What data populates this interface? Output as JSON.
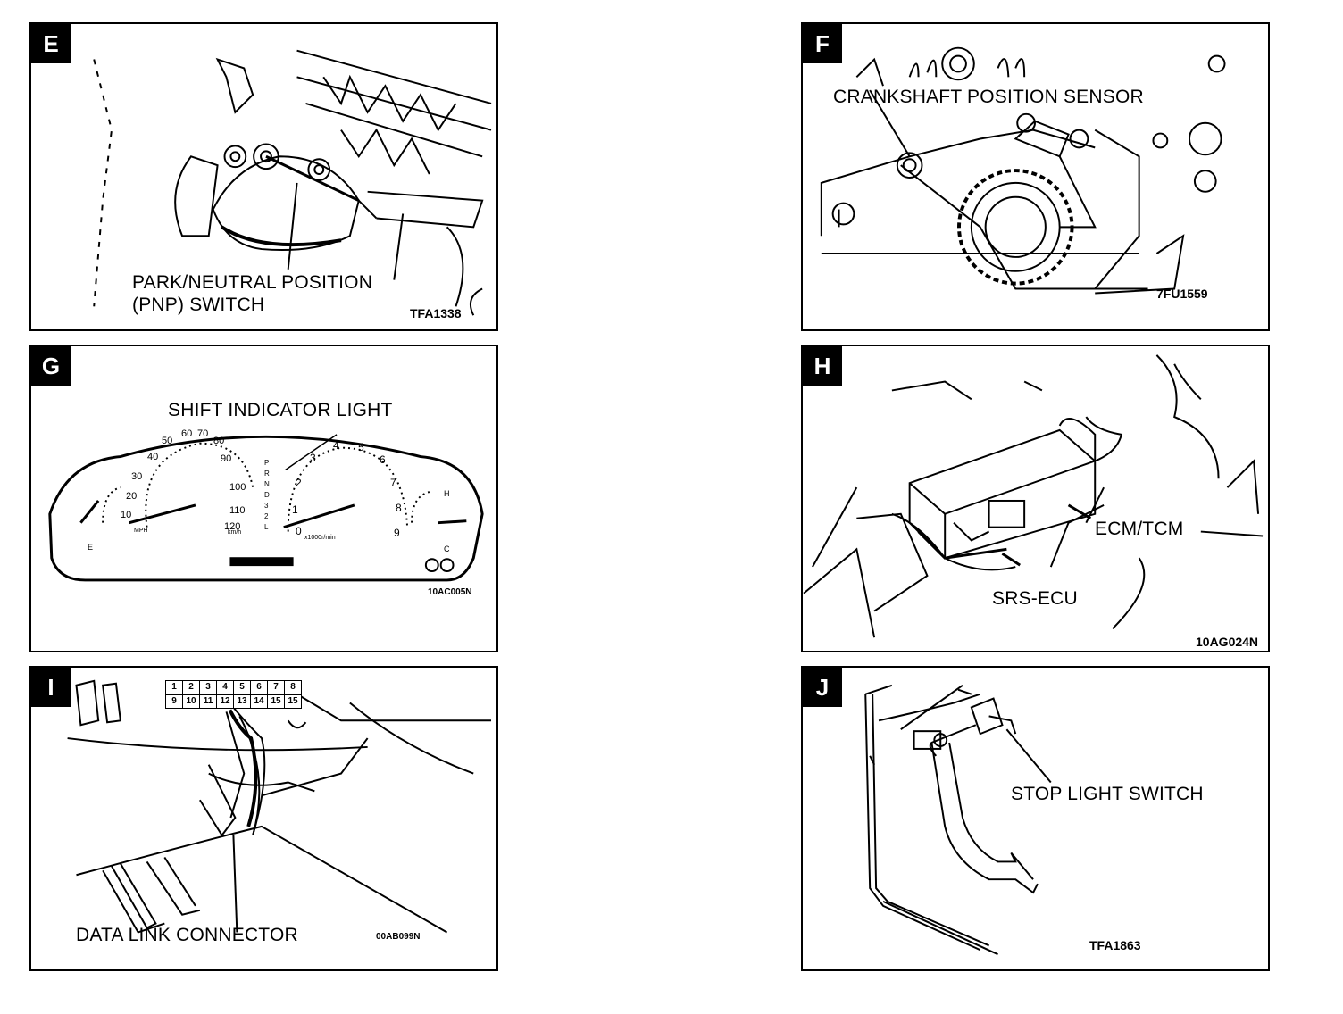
{
  "panels": [
    {
      "letter": "E",
      "labels": [
        "PARK/NEUTRAL POSITION",
        "(PNP) SWITCH"
      ],
      "code": "TFA1338"
    },
    {
      "letter": "F",
      "labels": [
        "CRANKSHAFT POSITION SENSOR"
      ],
      "code": "7FU1559"
    },
    {
      "letter": "G",
      "labels": [
        "SHIFT INDICATOR LIGHT"
      ],
      "code": "10AC005N",
      "gauge": {
        "speed_ticks": [
          "10",
          "20",
          "30",
          "40",
          "50",
          "60",
          "70",
          "80",
          "90",
          "100",
          "110",
          "120"
        ],
        "tach_ticks": [
          "0",
          "1",
          "2",
          "3",
          "4",
          "5",
          "6",
          "7",
          "8",
          "9"
        ],
        "prndl": [
          "P",
          "R",
          "N",
          "D",
          "3",
          "2",
          "L"
        ],
        "tach_unit": "x1000r/min",
        "speed_unit": "km/h",
        "mph": "MPH",
        "fuel_e": "E",
        "temp_c": "C",
        "temp_h": "H",
        "odometer": "000000"
      }
    },
    {
      "letter": "H",
      "labels": [
        "ECM/TCM",
        "SRS-ECU"
      ],
      "code": "10AG024N"
    },
    {
      "letter": "I",
      "labels": [
        "DATA LINK CONNECTOR"
      ],
      "code": "00AB099N",
      "pins_top": [
        "1",
        "2",
        "3",
        "4",
        "5",
        "6",
        "7",
        "8"
      ],
      "pins_bottom": [
        "9",
        "10",
        "11",
        "12",
        "13",
        "14",
        "15",
        "15"
      ]
    },
    {
      "letter": "J",
      "labels": [
        "STOP LIGHT SWITCH"
      ],
      "code": "TFA1863"
    }
  ]
}
